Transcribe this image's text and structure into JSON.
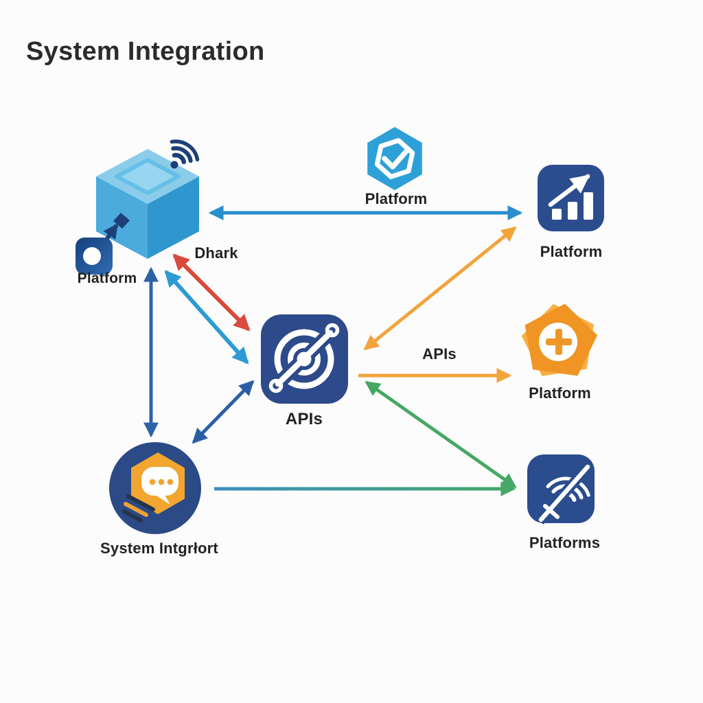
{
  "title": "System Integration",
  "nodes": {
    "cube": {
      "icon": "smart-cube-wifi-icon",
      "label": ""
    },
    "module": {
      "icon": "module-port-icon",
      "label": "Platform"
    },
    "hexagon": {
      "icon": "hexagon-check-icon",
      "label": "Platform"
    },
    "chart": {
      "icon": "bar-chart-growth-icon",
      "label": "Platform"
    },
    "apis": {
      "icon": "orbit-api-icon",
      "label": "APIs"
    },
    "add_platform": {
      "icon": "plus-badge-icon",
      "label": "Platform"
    },
    "chat": {
      "icon": "chat-bubble-hexagon-icon",
      "label": "System Intgrłort"
    },
    "wifi": {
      "icon": "wifi-slash-icon",
      "label": "Platforms"
    }
  },
  "edge_labels": {
    "dhark": "Dhark",
    "apis_link": "APIs"
  },
  "edges": [
    {
      "from": "cube",
      "to": "chart",
      "style": "double-arrow",
      "color": "#2a8fcc",
      "label": "Platform"
    },
    {
      "from": "cube",
      "to": "apis",
      "style": "double-arrow",
      "color": "#d94b3c",
      "label": "Dhark"
    },
    {
      "from": "cube",
      "to": "apis",
      "style": "double-arrow",
      "color": "#2e9ad3",
      "label": ""
    },
    {
      "from": "cube",
      "to": "chat",
      "style": "double-arrow",
      "color": "#2d62a8",
      "label": ""
    },
    {
      "from": "chat",
      "to": "apis",
      "style": "double-arrow",
      "color": "#2b5fa5",
      "label": ""
    },
    {
      "from": "apis",
      "to": "chart",
      "style": "double-arrow",
      "color": "#f2a43c",
      "label": ""
    },
    {
      "from": "apis",
      "to": "add_platform",
      "style": "arrow",
      "color": "#f2a43c",
      "label": "APIs"
    },
    {
      "from": "apis",
      "to": "wifi",
      "style": "double-arrow",
      "color": "#46a865",
      "label": ""
    },
    {
      "from": "chat",
      "to": "wifi",
      "style": "arrow",
      "color": "#3b8fc0 to #46a865",
      "label": ""
    }
  ],
  "colors": {
    "background": "#fcfcfc",
    "navy_tile": "#2b4d8e",
    "cube_blue": "#3ba3d8",
    "hexagon_blue": "#2da0d8",
    "orange": "#f09e2e",
    "red_arrow": "#d94b3c",
    "green_arrow": "#46a865",
    "blue_arrow": "#2a8fcc",
    "dark_navy": "#1d4078",
    "text": "#222222"
  }
}
